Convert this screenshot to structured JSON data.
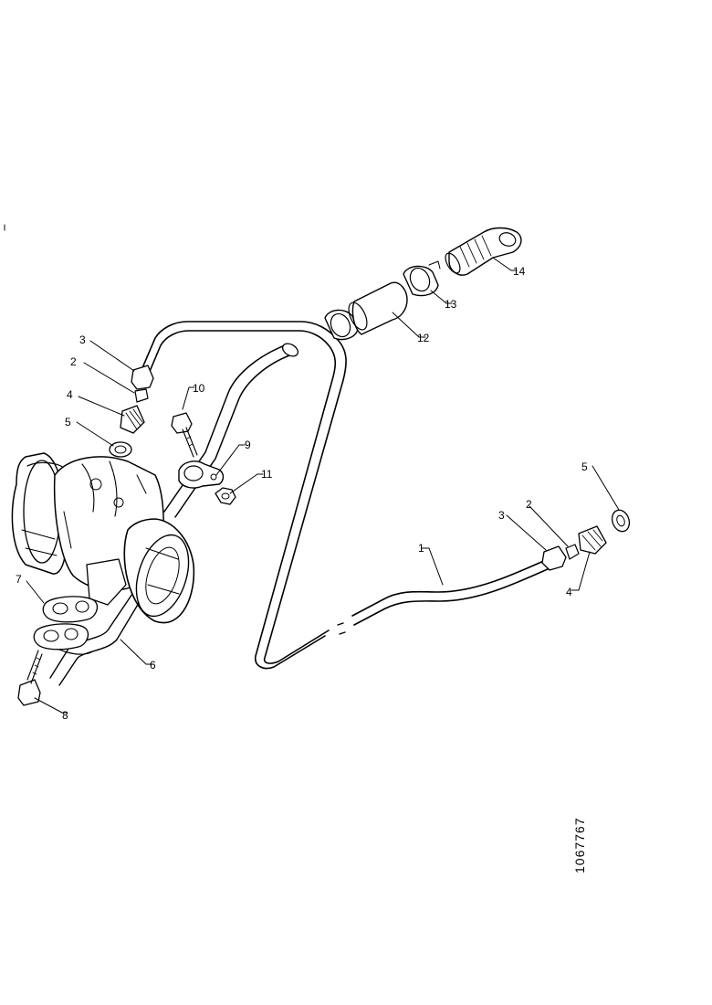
{
  "diagram": {
    "drawing_id": "1067767",
    "callouts": [
      {
        "id": "c1",
        "label": "1"
      },
      {
        "id": "c2-left",
        "label": "2"
      },
      {
        "id": "c2-right",
        "label": "2"
      },
      {
        "id": "c3-left",
        "label": "3"
      },
      {
        "id": "c3-right",
        "label": "3"
      },
      {
        "id": "c4-left",
        "label": "4"
      },
      {
        "id": "c4-right",
        "label": "4"
      },
      {
        "id": "c5-left",
        "label": "5"
      },
      {
        "id": "c5-right",
        "label": "5"
      },
      {
        "id": "c6",
        "label": "6"
      },
      {
        "id": "c7",
        "label": "7"
      },
      {
        "id": "c8",
        "label": "8"
      },
      {
        "id": "c9",
        "label": "9"
      },
      {
        "id": "c10",
        "label": "10"
      },
      {
        "id": "c11",
        "label": "11"
      },
      {
        "id": "c12",
        "label": "12"
      },
      {
        "id": "c13",
        "label": "13"
      },
      {
        "id": "c14",
        "label": "14"
      }
    ]
  }
}
